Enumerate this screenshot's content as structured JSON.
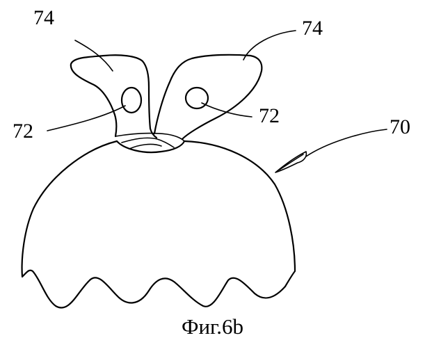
{
  "labels": {
    "tab_left": "74",
    "tab_right": "74",
    "hole_left": "72",
    "hole_right": "72",
    "device": "70"
  },
  "caption": "Фиг.6b"
}
